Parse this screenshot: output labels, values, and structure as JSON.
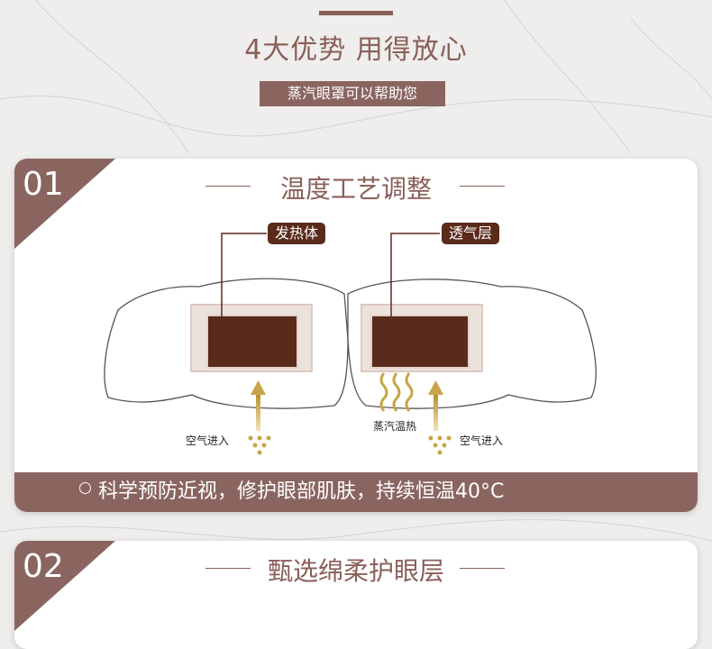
{
  "header": {
    "headline": "4大优势 用得放心",
    "badge": "蒸汽眼罩可以帮助您"
  },
  "card1": {
    "number": "01",
    "title": "温度工艺调整",
    "labels": {
      "heater": "发热体",
      "breathable": "透气层",
      "air_in_left": "空气进入",
      "air_in_right": "空气进入",
      "steam": "蒸汽温热"
    },
    "footer": "科学预防近视，修护眼部肌肤，持续恒温40°C"
  },
  "card2": {
    "number": "02",
    "title": "甄选绵柔护眼层"
  },
  "colors": {
    "brand": "#8a6560",
    "title_text": "#8a5f59",
    "heater": "#5a2a1b",
    "pad_border": "#e5d2ca",
    "arrow_gold": "#c8a54a"
  },
  "icons": [
    "mask-outline-icon",
    "arrow-up-icon",
    "steam-wave-icon",
    "dots-icon",
    "circle-bullet-icon"
  ]
}
